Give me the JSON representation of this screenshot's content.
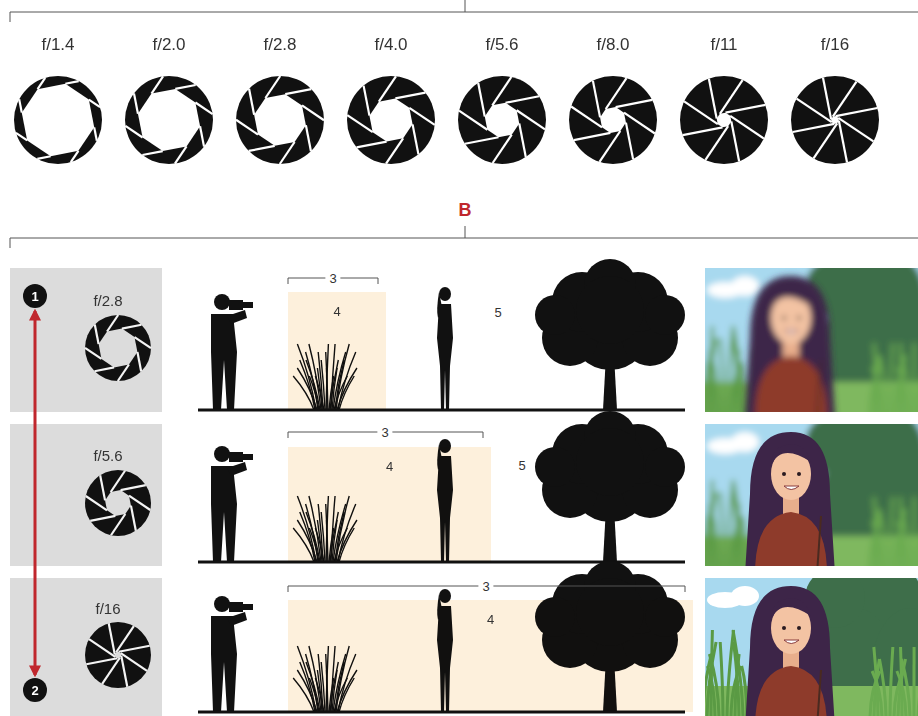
{
  "diagram": {
    "nodes": [
      {
        "text": [
          "f/2.8"
        ]
      },
      {
        "text": [
          "1"
        ],
        "in": 0
      },
      {
        "text": [
          "4"
        ]
      },
      {
        "text": [
          "f/5.6"
        ]
      },
      {
        "text": [
          "4"
        ]
      },
      {
        "text": [
          "f/16"
        ]
      },
      {
        "text": [
          "2"
        ],
        "in": 5
      },
      {
        "text": [
          "4"
        ]
      }
    ],
    "edges": [
      {
        "from": 1,
        "to": 6,
        "arrow": "both"
      }
    ],
    "labels": [
      "f/1.4",
      "f/2.0",
      "f/2.8",
      "f/4.0",
      "f/5.6",
      "f/8.0",
      "f/11",
      "f/16",
      "B",
      "3",
      "5",
      "3",
      "5",
      "3"
    ]
  }
}
